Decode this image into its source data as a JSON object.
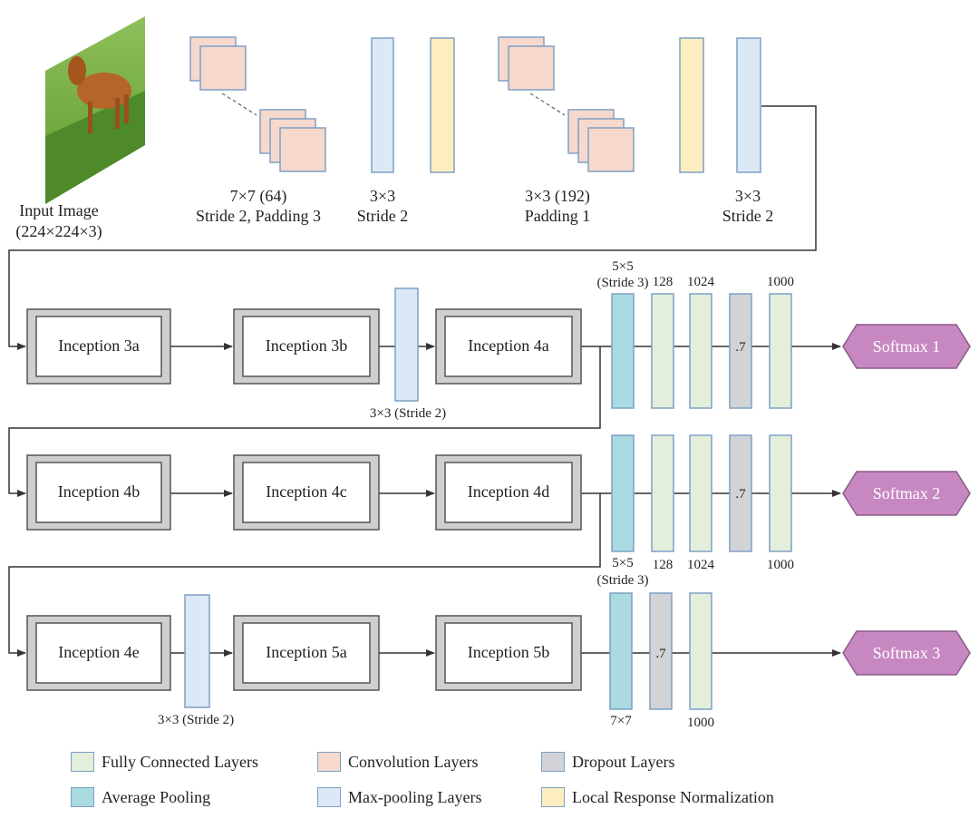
{
  "input": {
    "title": "Input Image",
    "size": "(224×224×3)"
  },
  "stem_labels": {
    "conv1_a": "7×7 (64)",
    "conv1_b": "Stride 2, Padding 3",
    "pool1_a": "3×3",
    "pool1_b": "Stride 2",
    "conv2_a": "3×3 (192)",
    "conv2_b": "Padding 1",
    "pool2_a": "3×3",
    "pool2_b": "Stride 2"
  },
  "inception": {
    "i3a": "Inception 3a",
    "i3b": "Inception 3b",
    "i4a": "Inception 4a",
    "i4b": "Inception 4b",
    "i4c": "Inception 4c",
    "i4d": "Inception 4d",
    "i4e": "Inception 4e",
    "i5a": "Inception 5a",
    "i5b": "Inception 5b"
  },
  "row1_labels": {
    "pool": "3×3 (Stride 2)",
    "avg_a": "5×5",
    "avg_b": "(Stride 3)",
    "fc128": "128",
    "fc1024": "1024",
    "dropout": ".7",
    "fc1000": "1000"
  },
  "row2_labels": {
    "avg_a": "5×5",
    "avg_b": "(Stride 3)",
    "fc128": "128",
    "fc1024": "1024",
    "dropout": ".7",
    "fc1000": "1000"
  },
  "row3_labels": {
    "pool": "3×3 (Stride 2)",
    "avg": "7×7",
    "dropout": ".7",
    "fc1000": "1000"
  },
  "outputs": {
    "softmax1": "Softmax 1",
    "softmax2": "Softmax 2",
    "softmax3": "Softmax 3"
  },
  "legend": [
    {
      "label": "Fully Connected Layers",
      "color": "#e3eedb"
    },
    {
      "label": "Convolution Layers",
      "color": "#f6d9cc"
    },
    {
      "label": "Dropout Layers",
      "color": "#d2d3d6"
    },
    {
      "label": "Average Pooling",
      "color": "#a9dbe1"
    },
    {
      "label": "Max-pooling Layers",
      "color": "#dbe8f5"
    },
    {
      "label": "Local Response Normalization",
      "color": "#fdeebf"
    }
  ],
  "colors": {
    "fc": "#e3eedb",
    "conv": "#f6d9cc",
    "dropout": "#d2d3d6",
    "avgpool": "#a9dbe1",
    "maxpool": "#dbe8f5",
    "lrn": "#fdeebf",
    "softmax": "#c788c2",
    "inception_frame": "#cfcfcf",
    "border": "#7fa0c6"
  }
}
